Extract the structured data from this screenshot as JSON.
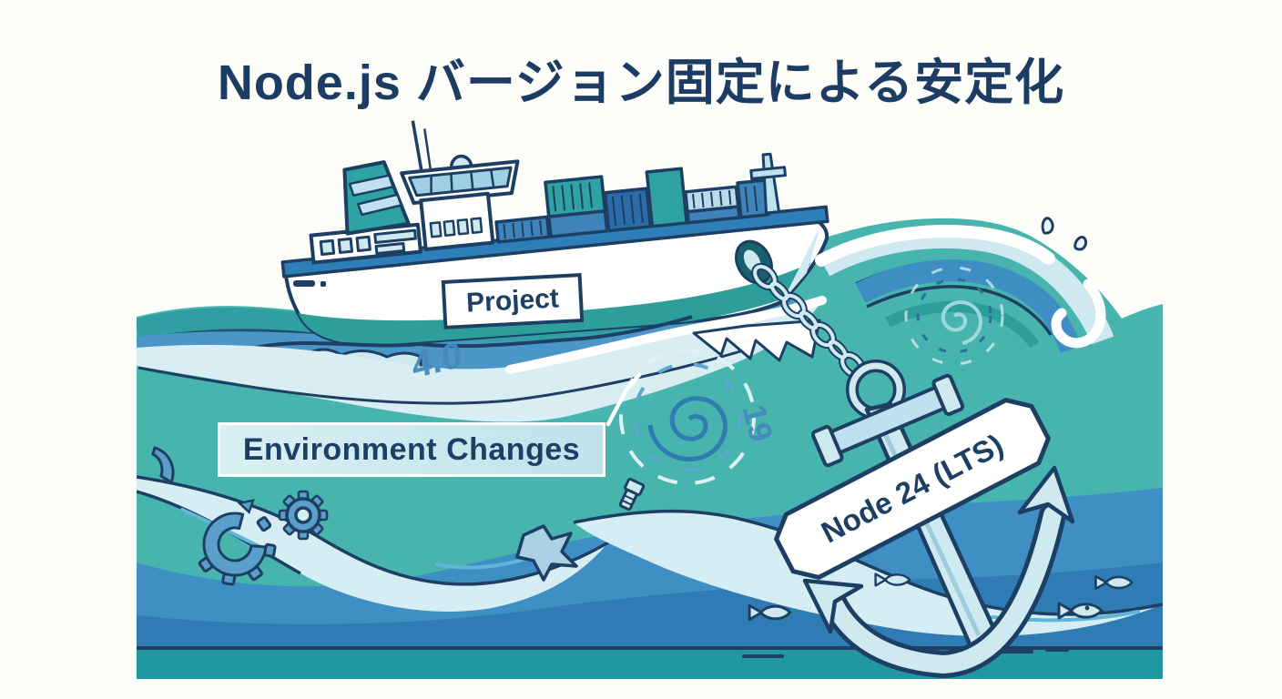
{
  "title": {
    "text": "Node.js バージョン固定による安定化"
  },
  "labels": {
    "project": "Project",
    "environment_changes": "Environment Changes",
    "node_lts": "Node 24 (LTS)"
  },
  "decorations": {
    "version_old_1": "4.0",
    "version_old_2": "19"
  },
  "figures": {
    "cargo_ship": "cargo-ship-with-containers",
    "anchor": "anchor",
    "chain": "anchor-chain",
    "wave": "breaking-wave",
    "whirlpool_large": "whirlpool",
    "whirlpool_small": "whirlpool",
    "gear": "gear",
    "broken_gear": "broken-gear",
    "fish": "fish",
    "droplets": "water-droplets",
    "seafloor": "seafloor"
  },
  "colors": {
    "title_navy": "#1d3c63",
    "outline_navy": "#1d3f63",
    "sea_teal": "#47b4ae",
    "sea_teal_dark": "#2f9fa2",
    "sea_blue": "#4a96c8",
    "sea_blue_deep": "#2f7cb5",
    "foam": "#d9eef3",
    "seafloor_teal": "#21989f",
    "gear_blue": "#5b9ec9",
    "white": "#ffffff"
  }
}
